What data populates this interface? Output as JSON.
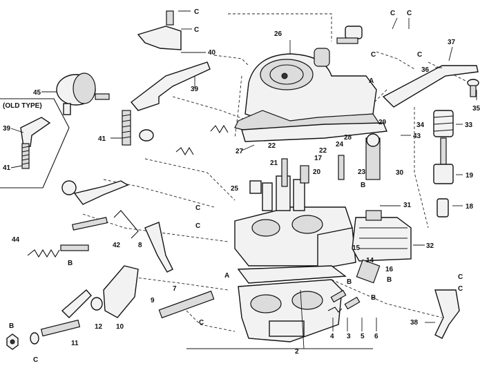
{
  "old_type": {
    "title": "(OLD TYPE)",
    "labels": {
      "p39": "39",
      "p41": "41"
    }
  },
  "callouts": {
    "c_a": "C",
    "c_b": "C",
    "c_c": "C",
    "c_d": "C",
    "c_e": "C",
    "c_f": "C",
    "c_g": "C",
    "c_h": "C",
    "c_i": "C",
    "c_j": "C",
    "c_k": "C",
    "c_l": "C",
    "b_a": "B",
    "b_b": "B",
    "b_c": "B",
    "b_d": "B",
    "b_e": "B",
    "b_f": "B",
    "a_a": "A",
    "a_b": "A"
  },
  "parts": {
    "p2": "2",
    "p3": "3",
    "p4": "4",
    "p5": "5",
    "p6": "6",
    "p7": "7",
    "p8": "8",
    "p9": "9",
    "p10": "10",
    "p11": "11",
    "p12": "12",
    "p14": "14",
    "p15": "15",
    "p16": "16",
    "p17": "17",
    "p18": "18",
    "p19": "19",
    "p20": "20",
    "p21": "21",
    "p22a": "22",
    "p22b": "22",
    "p23": "23",
    "p24": "24",
    "p25": "25",
    "p26": "26",
    "p27": "27",
    "p28": "28",
    "p29": "29",
    "p30": "30",
    "p31": "31",
    "p32": "32",
    "p33": "33",
    "p34": "34",
    "p35": "35",
    "p36": "36",
    "p37": "37",
    "p38": "38",
    "p39": "39",
    "p40": "40",
    "p41": "41",
    "p42": "42",
    "p43": "43",
    "p44": "44",
    "p45": "45"
  }
}
